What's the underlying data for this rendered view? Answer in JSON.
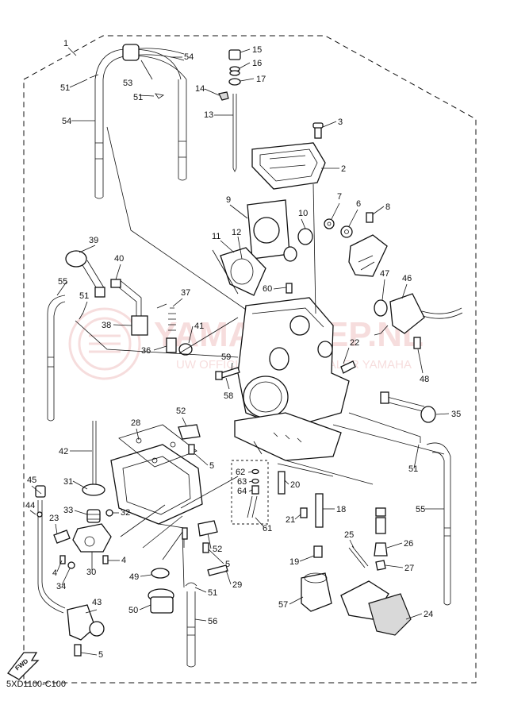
{
  "diagram_code": "5XD1100-C100",
  "watermark": {
    "brand": "YAMAHALEP.NL",
    "tagline": "UW OFFICIELE ONLINE DEALER YAMAHA",
    "color": "#e8a0a0"
  },
  "fwd_badge": "FWD",
  "callouts": {
    "c1": "1",
    "c2": "2",
    "c3": "3",
    "c4a": "4",
    "c4b": "4",
    "c5a": "5",
    "c5b": "5",
    "c5c": "5",
    "c6": "6",
    "c7": "7",
    "c8": "8",
    "c9": "9",
    "c10": "10",
    "c11": "11",
    "c12": "12",
    "c13": "13",
    "c14": "14",
    "c15": "15",
    "c16": "16",
    "c17": "17",
    "c18": "18",
    "c19": "19",
    "c20": "20",
    "c21": "21",
    "c22": "22",
    "c23": "23",
    "c24": "24",
    "c25": "25",
    "c26": "26",
    "c27": "27",
    "c28": "28",
    "c29": "29",
    "c30": "30",
    "c31": "31",
    "c32": "32",
    "c33": "33",
    "c34": "34",
    "c35": "35",
    "c36": "36",
    "c37": "37",
    "c38": "38",
    "c39": "39",
    "c40": "40",
    "c41": "41",
    "c42": "42",
    "c43": "43",
    "c44": "44",
    "c45": "45",
    "c46": "46",
    "c47": "47",
    "c48": "48",
    "c49": "49",
    "c50": "50",
    "c51a": "51",
    "c51b": "51",
    "c51c": "51",
    "c51d": "51",
    "c51e": "51",
    "c52a": "52",
    "c52b": "52",
    "c53": "53",
    "c54a": "54",
    "c54b": "54",
    "c55a": "55",
    "c55b": "55",
    "c56": "56",
    "c57": "57",
    "c58": "58",
    "c59": "59",
    "c60": "60",
    "c61": "61",
    "c62": "62",
    "c63": "63",
    "c64": "64"
  },
  "icons": [
    "fwd-arrow-icon",
    "watermark-logo-icon"
  ]
}
